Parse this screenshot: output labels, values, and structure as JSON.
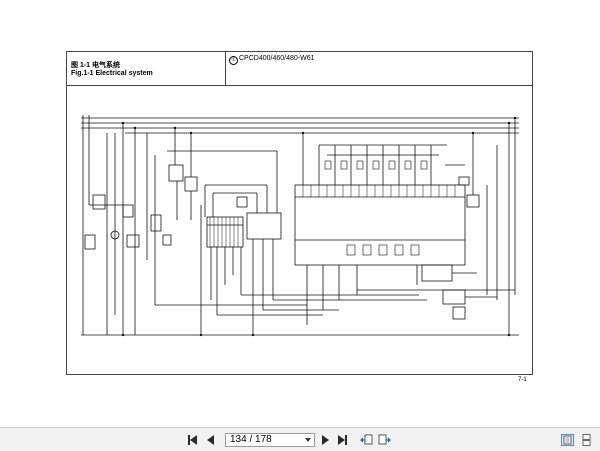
{
  "figure": {
    "caption_zh": "图 1-1    电气系统",
    "caption_en": "Fig.1-1    Electrical system",
    "model": "CPCD400/460/480-W61",
    "model_mark": "①"
  },
  "page_footer": "7-1",
  "toolbar": {
    "page_indicator": "134 / 178"
  },
  "icons": [
    "first-page-icon",
    "previous-page-icon",
    "next-page-icon",
    "last-page-icon",
    "go-back-icon",
    "go-forward-icon",
    "single-page-view-icon",
    "continuous-view-icon",
    "dropdown-arrow-icon"
  ]
}
